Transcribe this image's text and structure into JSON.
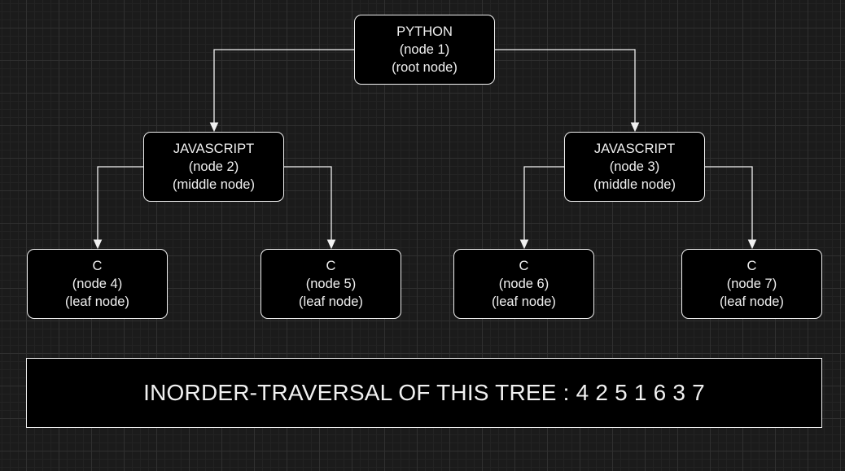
{
  "diagram": {
    "nodes": [
      {
        "id": "n1",
        "title": "PYTHON",
        "label": "(node 1)",
        "role": "(root node)"
      },
      {
        "id": "n2",
        "title": "JAVASCRIPT",
        "label": "(node 2)",
        "role": "(middle node)"
      },
      {
        "id": "n3",
        "title": "JAVASCRIPT",
        "label": "(node 3)",
        "role": "(middle node)"
      },
      {
        "id": "n4",
        "title": "C",
        "label": "(node 4)",
        "role": "(leaf node)"
      },
      {
        "id": "n5",
        "title": "C",
        "label": "(node 5)",
        "role": "(leaf node)"
      },
      {
        "id": "n6",
        "title": "C",
        "label": "(node 6)",
        "role": "(leaf node)"
      },
      {
        "id": "n7",
        "title": "C",
        "label": "(node 7)",
        "role": "(leaf node)"
      }
    ],
    "edges": [
      {
        "from": "n1",
        "to": "n2"
      },
      {
        "from": "n1",
        "to": "n3"
      },
      {
        "from": "n2",
        "to": "n4"
      },
      {
        "from": "n2",
        "to": "n5"
      },
      {
        "from": "n3",
        "to": "n6"
      },
      {
        "from": "n3",
        "to": "n7"
      }
    ],
    "banner": "INORDER-TRAVERSAL OF THIS TREE : 4 2 5 1 6 3 7",
    "colors": {
      "background": "#1b1b1b",
      "grid": "#303030",
      "node_fill": "#000000",
      "stroke": "#f0f0f0",
      "text": "#f0f0f0"
    }
  }
}
